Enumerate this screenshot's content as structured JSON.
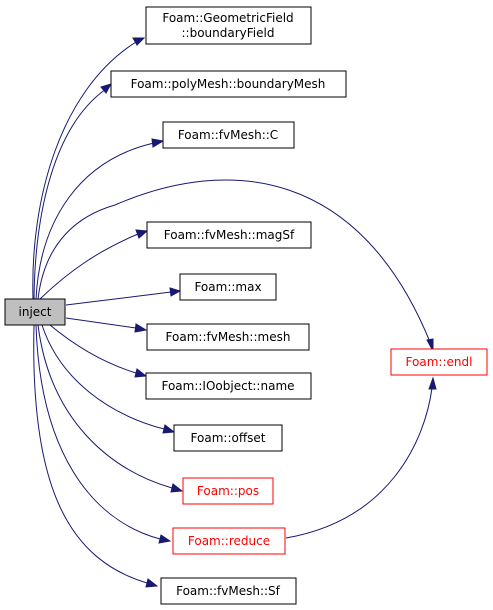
{
  "graph": {
    "root": {
      "label": "inject"
    },
    "nodes": {
      "geometric_field": {
        "line1": "Foam::GeometricField",
        "line2": "::boundaryField"
      },
      "boundary_mesh": {
        "label": "Foam::polyMesh::boundaryMesh"
      },
      "fvmesh_c": {
        "label": "Foam::fvMesh::C"
      },
      "mag_sf": {
        "label": "Foam::fvMesh::magSf"
      },
      "max": {
        "label": "Foam::max"
      },
      "fvmesh_mesh": {
        "label": "Foam::fvMesh::mesh"
      },
      "ioobject_name": {
        "label": "Foam::IOobject::name"
      },
      "offset": {
        "label": "Foam::offset"
      },
      "pos": {
        "label": "Foam::pos"
      },
      "reduce": {
        "label": "Foam::reduce"
      },
      "sf": {
        "label": "Foam::fvMesh::Sf"
      },
      "endl": {
        "label": "Foam::endl"
      }
    },
    "colors": {
      "edge": "#191970",
      "root_fill": "#bfbfbf",
      "normal_border": "#000000",
      "link_border": "#ff0000"
    }
  }
}
